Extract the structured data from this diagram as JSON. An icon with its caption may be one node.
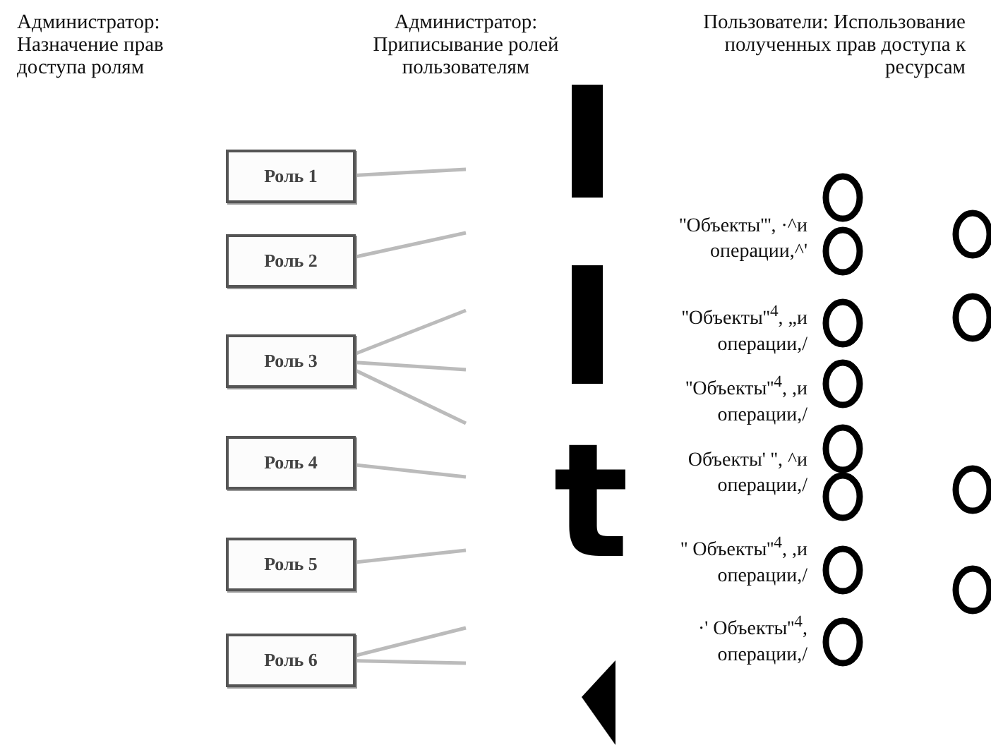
{
  "diagram": {
    "nodes": [
      {
        "text": [
          "Роль 1"
        ]
      },
      {
        "text": [
          "Роль 2"
        ]
      },
      {
        "text": [
          "Роль 3"
        ]
      },
      {
        "text": [
          "Роль 4"
        ]
      },
      {
        "text": [
          "Роль 5"
        ]
      },
      {
        "text": [
          "Роль 6"
        ]
      },
      {
        "text": [],
        "shape": "bar"
      },
      {
        "text": [],
        "shape": "bar"
      },
      {
        "text": [],
        "shape": "diamond"
      }
    ],
    "edges": [
      {
        "from": 0,
        "to": null,
        "arrow": "none"
      },
      {
        "from": 1,
        "to": null,
        "arrow": "none"
      },
      {
        "from": 2,
        "to": null,
        "arrow": "none"
      },
      {
        "from": 2,
        "to": null,
        "arrow": "none"
      },
      {
        "from": 2,
        "to": null,
        "arrow": "none"
      },
      {
        "from": 3,
        "to": null,
        "arrow": "none"
      },
      {
        "from": 4,
        "to": null,
        "arrow": "none"
      },
      {
        "from": 5,
        "to": null,
        "arrow": "none"
      },
      {
        "from": 5,
        "to": null,
        "arrow": "none"
      }
    ],
    "labels": [
      "Администратор: Назначение прав доступа ролям",
      "Администратор: Приписывание ролей пользователям",
      "Пользователи: Использование полученных прав доступа к ресурсам",
      "''Объекты''', ·^и операции,^'",
      "''Объекты''$^{4}$, „и операции,/",
      "''Объекты''$^{4}$, ,и операции,/",
      "Объекты' '', ^и операции,/",
      "'' Объекты''$^{4}$, ,и операции,/",
      "·' Объекты''$^{4}$, операции,/",
      "t"
    ]
  }
}
